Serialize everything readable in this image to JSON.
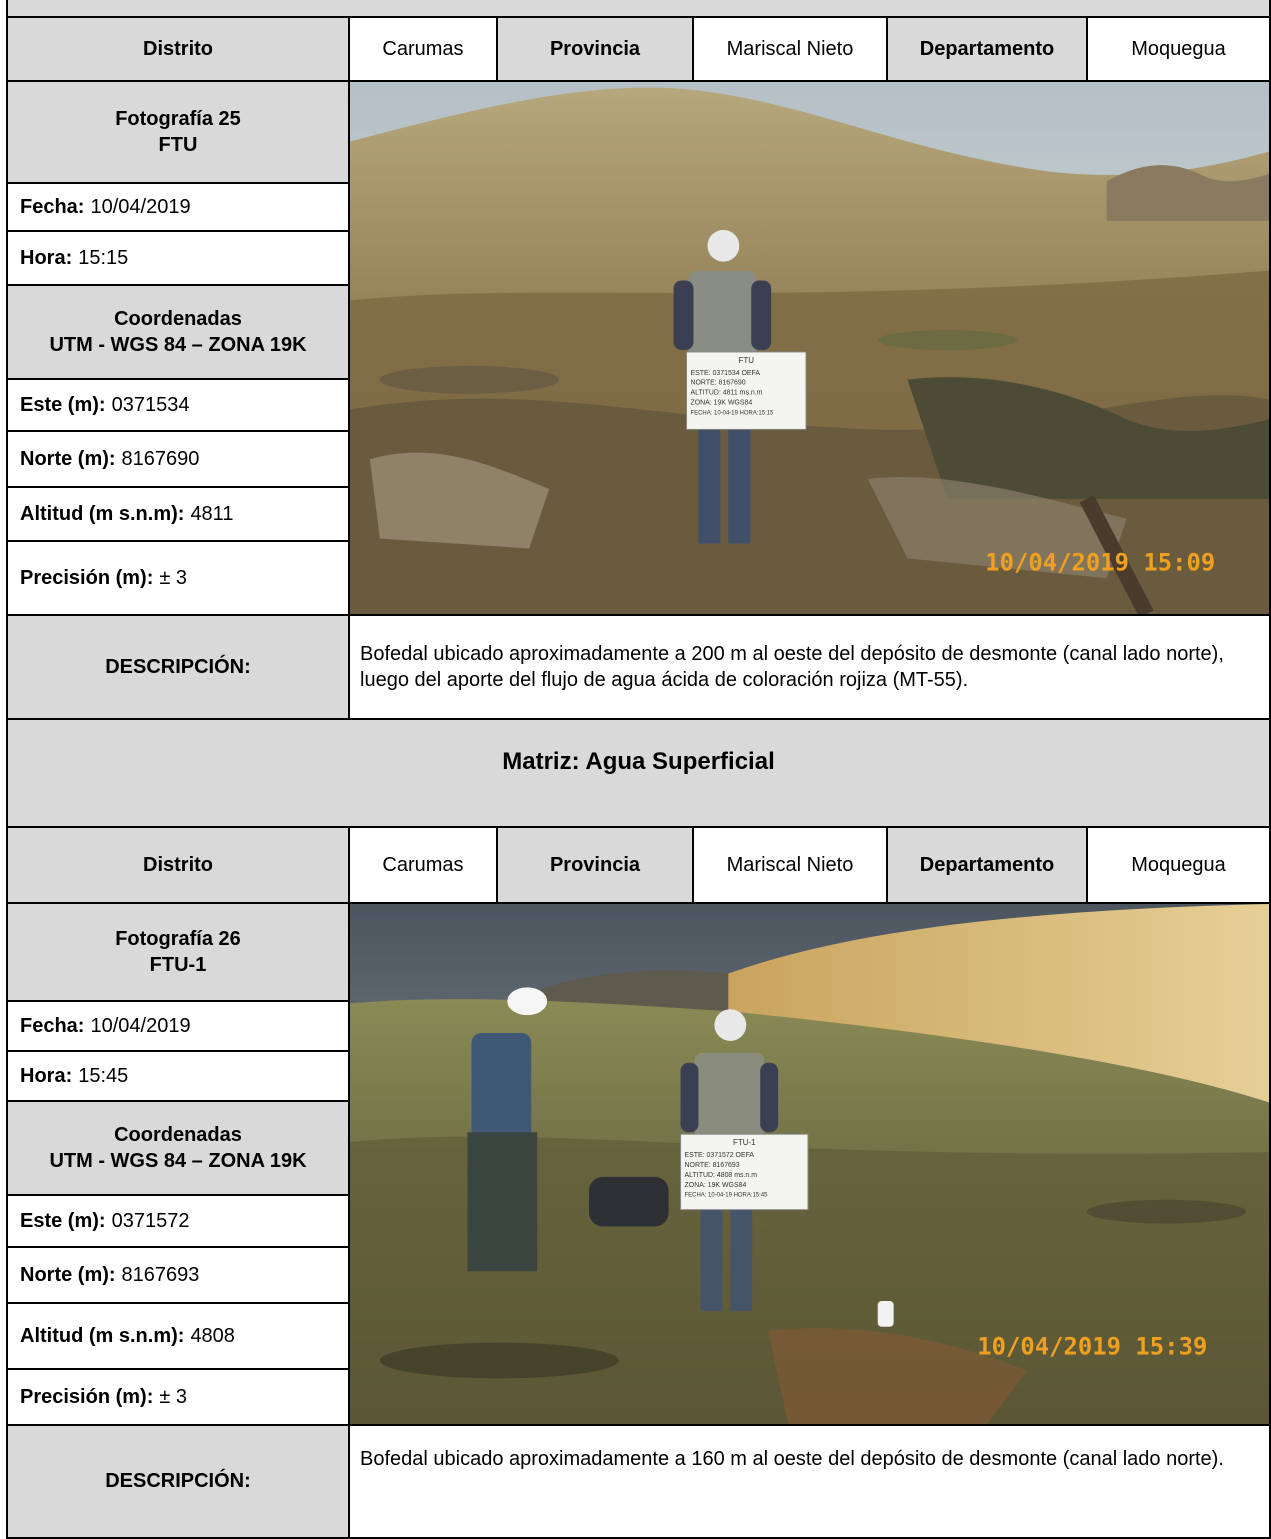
{
  "block1": {
    "location": {
      "distrito_label": "Distrito",
      "distrito_value": "Carumas",
      "provincia_label": "Provincia",
      "provincia_value": "Mariscal Nieto",
      "departamento_label": "Departamento",
      "departamento_value": "Moquegua"
    },
    "photo_title": "Fotografía 25",
    "photo_code": "FTU",
    "fecha_label": "Fecha:",
    "fecha_value": "10/04/2019",
    "hora_label": "Hora:",
    "hora_value": "15:15",
    "coords_title": "Coordenadas",
    "coords_system": "UTM - WGS 84 – ZONA 19K",
    "este_label": "Este (m):",
    "este_value": "0371534",
    "norte_label": "Norte (m):",
    "norte_value": "8167690",
    "altitud_label": "Altitud (m s.n.m):",
    "altitud_value": "4811",
    "precision_label": "Precisión (m):",
    "precision_value": "± 3",
    "photo_timestamp": "10/04/2019 15:09",
    "sign_lines": [
      "FTU",
      "ESTE: 0371534 OEFA",
      "NORTE: 8167690",
      "ALTITUD: 4811 ms.n.m",
      "ZONA: 19K WGS84",
      "FECHA: 10-04-19 HORA:15:15"
    ],
    "descripcion_label": "DESCRIPCIÓN:",
    "descripcion_text": "Bofedal ubicado aproximadamente a 200 m al oeste del depósito de desmonte (canal lado norte), luego del aporte del flujo de agua ácida de coloración rojiza (MT-55)."
  },
  "matriz_heading": "Matriz: Agua Superficial",
  "block2": {
    "location": {
      "distrito_label": "Distrito",
      "distrito_value": "Carumas",
      "provincia_label": "Provincia",
      "provincia_value": "Mariscal Nieto",
      "departamento_label": "Departamento",
      "departamento_value": "Moquegua"
    },
    "photo_title": "Fotografía 26",
    "photo_code": "FTU-1",
    "fecha_label": "Fecha:",
    "fecha_value": "10/04/2019",
    "hora_label": "Hora:",
    "hora_value": "15:45",
    "coords_title": "Coordenadas",
    "coords_system": "UTM - WGS 84 – ZONA 19K",
    "este_label": "Este (m):",
    "este_value": "0371572",
    "norte_label": "Norte (m):",
    "norte_value": "8167693",
    "altitud_label": "Altitud (m s.n.m):",
    "altitud_value": "4808",
    "precision_label": "Precisión (m):",
    "precision_value": "± 3",
    "photo_timestamp": "10/04/2019 15:39",
    "sign_lines": [
      "FTU-1",
      "ESTE: 0371572 OEFA",
      "NORTE: 8167693",
      "ALTITUD: 4808 ms.n.m",
      "ZONA: 19K WGS84",
      "FECHA: 10-04-19 HORA:15:45"
    ],
    "descripcion_label": "DESCRIPCIÓN:",
    "descripcion_text": "Bofedal ubicado aproximadamente a 160 m al oeste del depósito de desmonte (canal lado norte)."
  },
  "colors": {
    "header_grey": "#d9d9d9",
    "timestamp_orange": "#f0a020",
    "border": "#000000"
  }
}
